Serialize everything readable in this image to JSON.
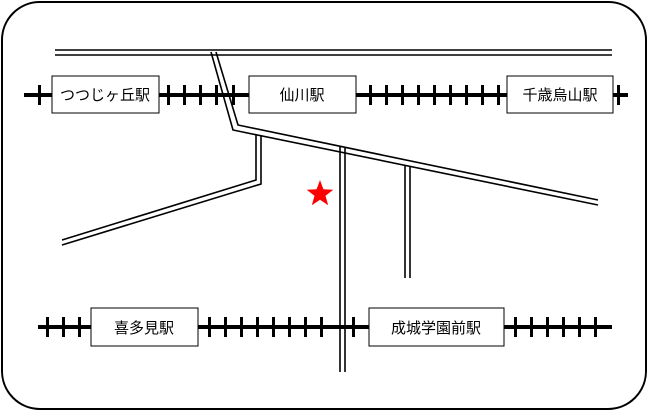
{
  "stations": {
    "tsutsujigaoka": "つつじヶ丘駅",
    "sengawa": "仙川駅",
    "chitose_karasuyama": "千歳烏山駅",
    "kitami": "喜多見駅",
    "seijogakuen_mae": "成城学園前駅"
  },
  "markers": {
    "destination": {
      "symbol": "★",
      "color": "#ff0000"
    }
  },
  "colors": {
    "line": "#000000",
    "background": "#ffffff"
  }
}
